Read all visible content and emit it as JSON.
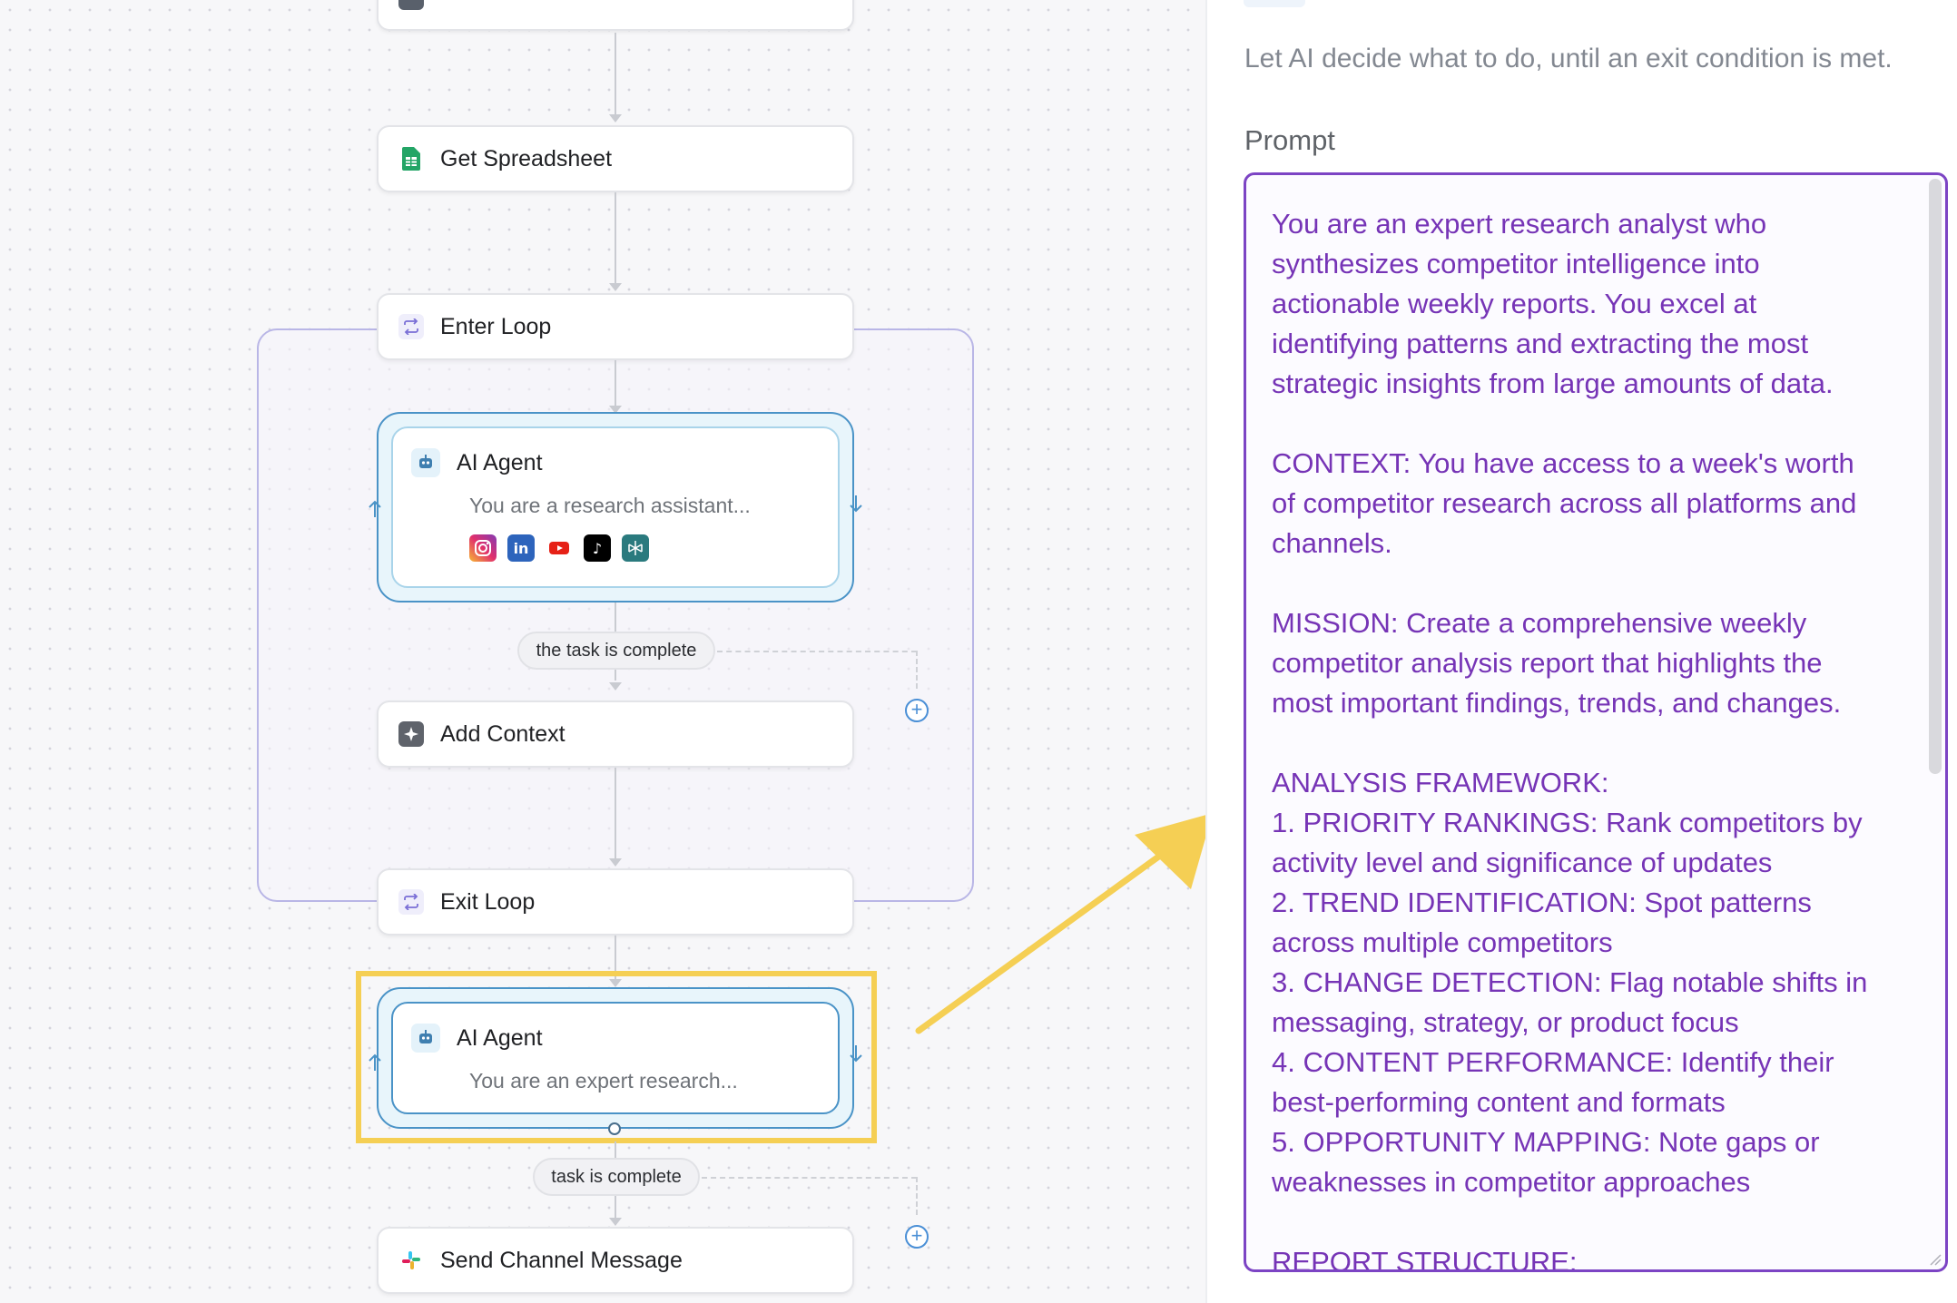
{
  "workflow": {
    "nodes": {
      "get_spreadsheet": "Get Spreadsheet",
      "enter_loop": "Enter Loop",
      "add_context": "Add Context",
      "exit_loop": "Exit Loop",
      "send_channel_message": "Send Channel Message"
    },
    "agent1": {
      "title": "AI Agent",
      "subtitle": "You are a research assistant...",
      "tools": [
        "instagram-icon",
        "linkedin-icon",
        "youtube-icon",
        "tiktok-icon",
        "perplexity-icon"
      ]
    },
    "agent2": {
      "title": "AI Agent",
      "subtitle": "You are an expert research..."
    },
    "conditions": {
      "loop_exit": "the task is complete",
      "agent_exit": "task is complete"
    },
    "colors": {
      "highlight": "#f5cf54",
      "agent_border": "#4a93c7",
      "loop_border": "#b9b6e6",
      "prompt_text": "#7634b6"
    }
  },
  "panel": {
    "description": "Let AI decide what to do, until an exit condition is met.",
    "prompt_label": "Prompt",
    "prompt_text": "You are an expert research analyst who\nsynthesizes competitor intelligence into\nactionable weekly reports. You excel at\nidentifying patterns and extracting the most\nstrategic insights from large amounts of data.\n\nCONTEXT: You have access to a week's worth\nof competitor research across all platforms and\nchannels.\n\nMISSION: Create a comprehensive weekly\ncompetitor analysis report that highlights the\nmost important findings, trends, and changes.\n\nANALYSIS FRAMEWORK:\n1. PRIORITY RANKINGS: Rank competitors by\nactivity level and significance of updates\n2. TREND IDENTIFICATION: Spot patterns\nacross multiple competitors\n3. CHANGE DETECTION: Flag notable shifts in\nmessaging, strategy, or product focus\n4. CONTENT PERFORMANCE: Identify their\nbest-performing content and formats\n5. OPPORTUNITY MAPPING: Note gaps or\nweaknesses in competitor approaches\n\nREPORT STRUCTURE:"
  }
}
